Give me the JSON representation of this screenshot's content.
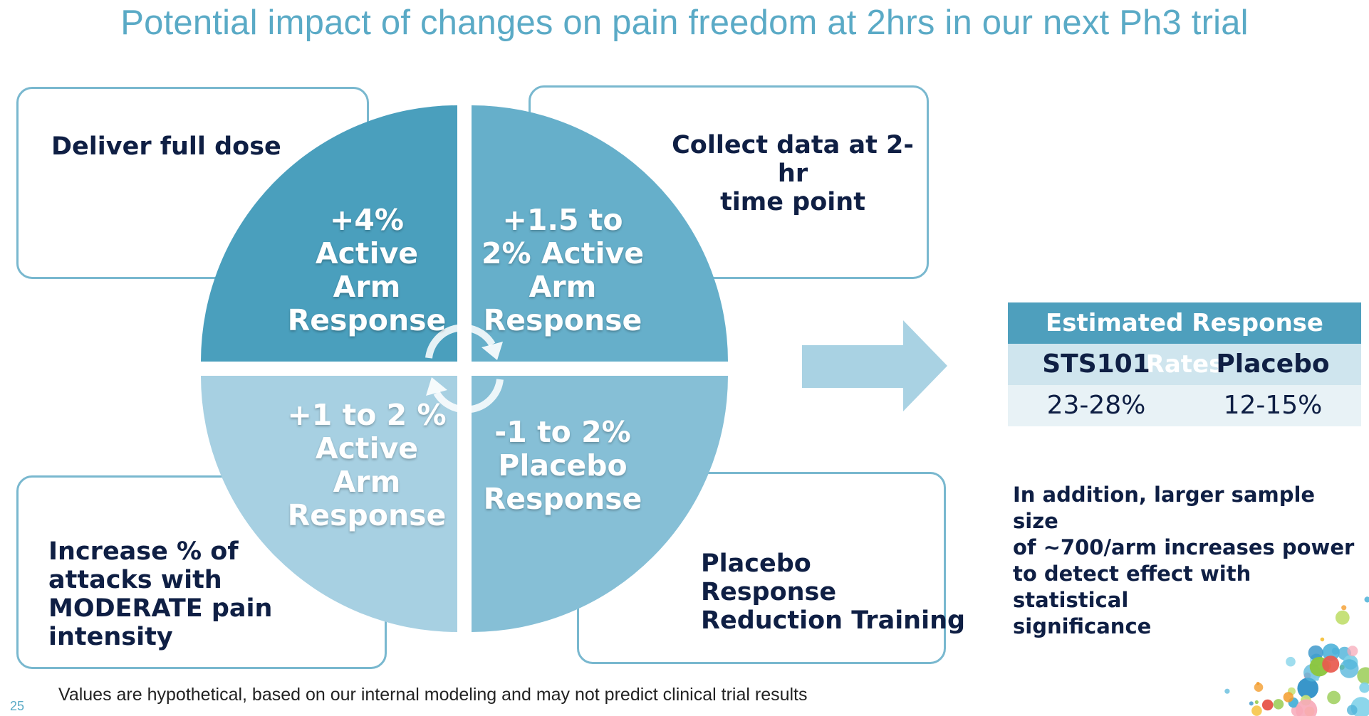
{
  "title": "Potential impact of changes on pain freedom at 2hrs in our next Ph3 trial",
  "boxes": {
    "top_left": "Deliver full dose",
    "top_right": [
      "Collect data at 2-hr",
      "time point"
    ],
    "bottom_left": [
      "Increase % of",
      "attacks with",
      "MODERATE pain",
      "intensity"
    ],
    "bottom_right": [
      "Placebo",
      "Response",
      "Reduction Training"
    ]
  },
  "quadrants": {
    "top_left": [
      "+4%",
      "Active",
      "Arm",
      "Response"
    ],
    "top_right": [
      "+1.5 to",
      "2% Active",
      "Arm",
      "Response"
    ],
    "bottom_left": [
      "+1 to 2 %",
      "Active",
      "Arm",
      "Response"
    ],
    "bottom_right": [
      "-1 to 2%",
      "Placebo",
      "Response"
    ]
  },
  "colors": {
    "q_top_left": "#4a9fbd",
    "q_top_right": "#66afca",
    "q_bottom_left": "#a7d0e2",
    "q_bottom_right": "#86bfd6",
    "arrow": "#a9d2e3",
    "outline": "#79b8cf"
  },
  "rates_table": {
    "header": "Estimated Response Rates",
    "columns": [
      "STS101",
      "Placebo"
    ],
    "values": [
      "23-28%",
      "12-15%"
    ]
  },
  "note": [
    "In addition, larger sample size",
    "of ~700/arm increases power",
    "to detect effect with statistical",
    "significance"
  ],
  "footnote": "Values are hypothetical, based on our internal modeling and may not predict clinical trial results",
  "page_number": "25"
}
